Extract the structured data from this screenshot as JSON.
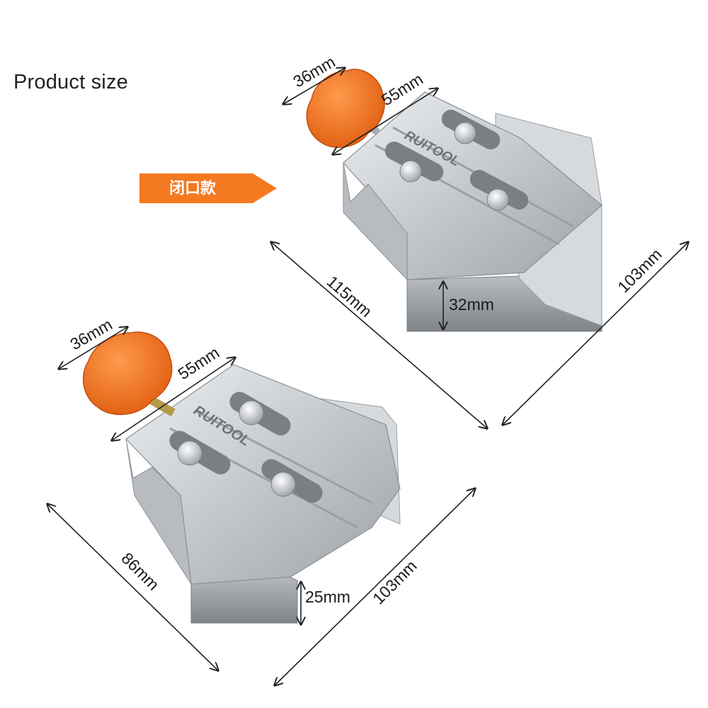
{
  "header": {
    "title": "Product size"
  },
  "badge": {
    "label": "闭口款",
    "color": "#f47920"
  },
  "colors": {
    "knob": "#f37321",
    "metal": "#c9ccd0",
    "metal_dark": "#8d9196"
  },
  "top_clamp": {
    "brand": "RUITOOL",
    "knob_dim": "36mm",
    "screw_dim": "55mm",
    "length_dim": "115mm",
    "width_dim": "103mm",
    "height_dim": "32mm"
  },
  "bottom_clamp": {
    "brand": "RUITOOL",
    "knob_dim": "36mm",
    "screw_dim": "55mm",
    "length_dim": "86mm",
    "width_dim": "103mm",
    "height_dim": "25mm"
  }
}
